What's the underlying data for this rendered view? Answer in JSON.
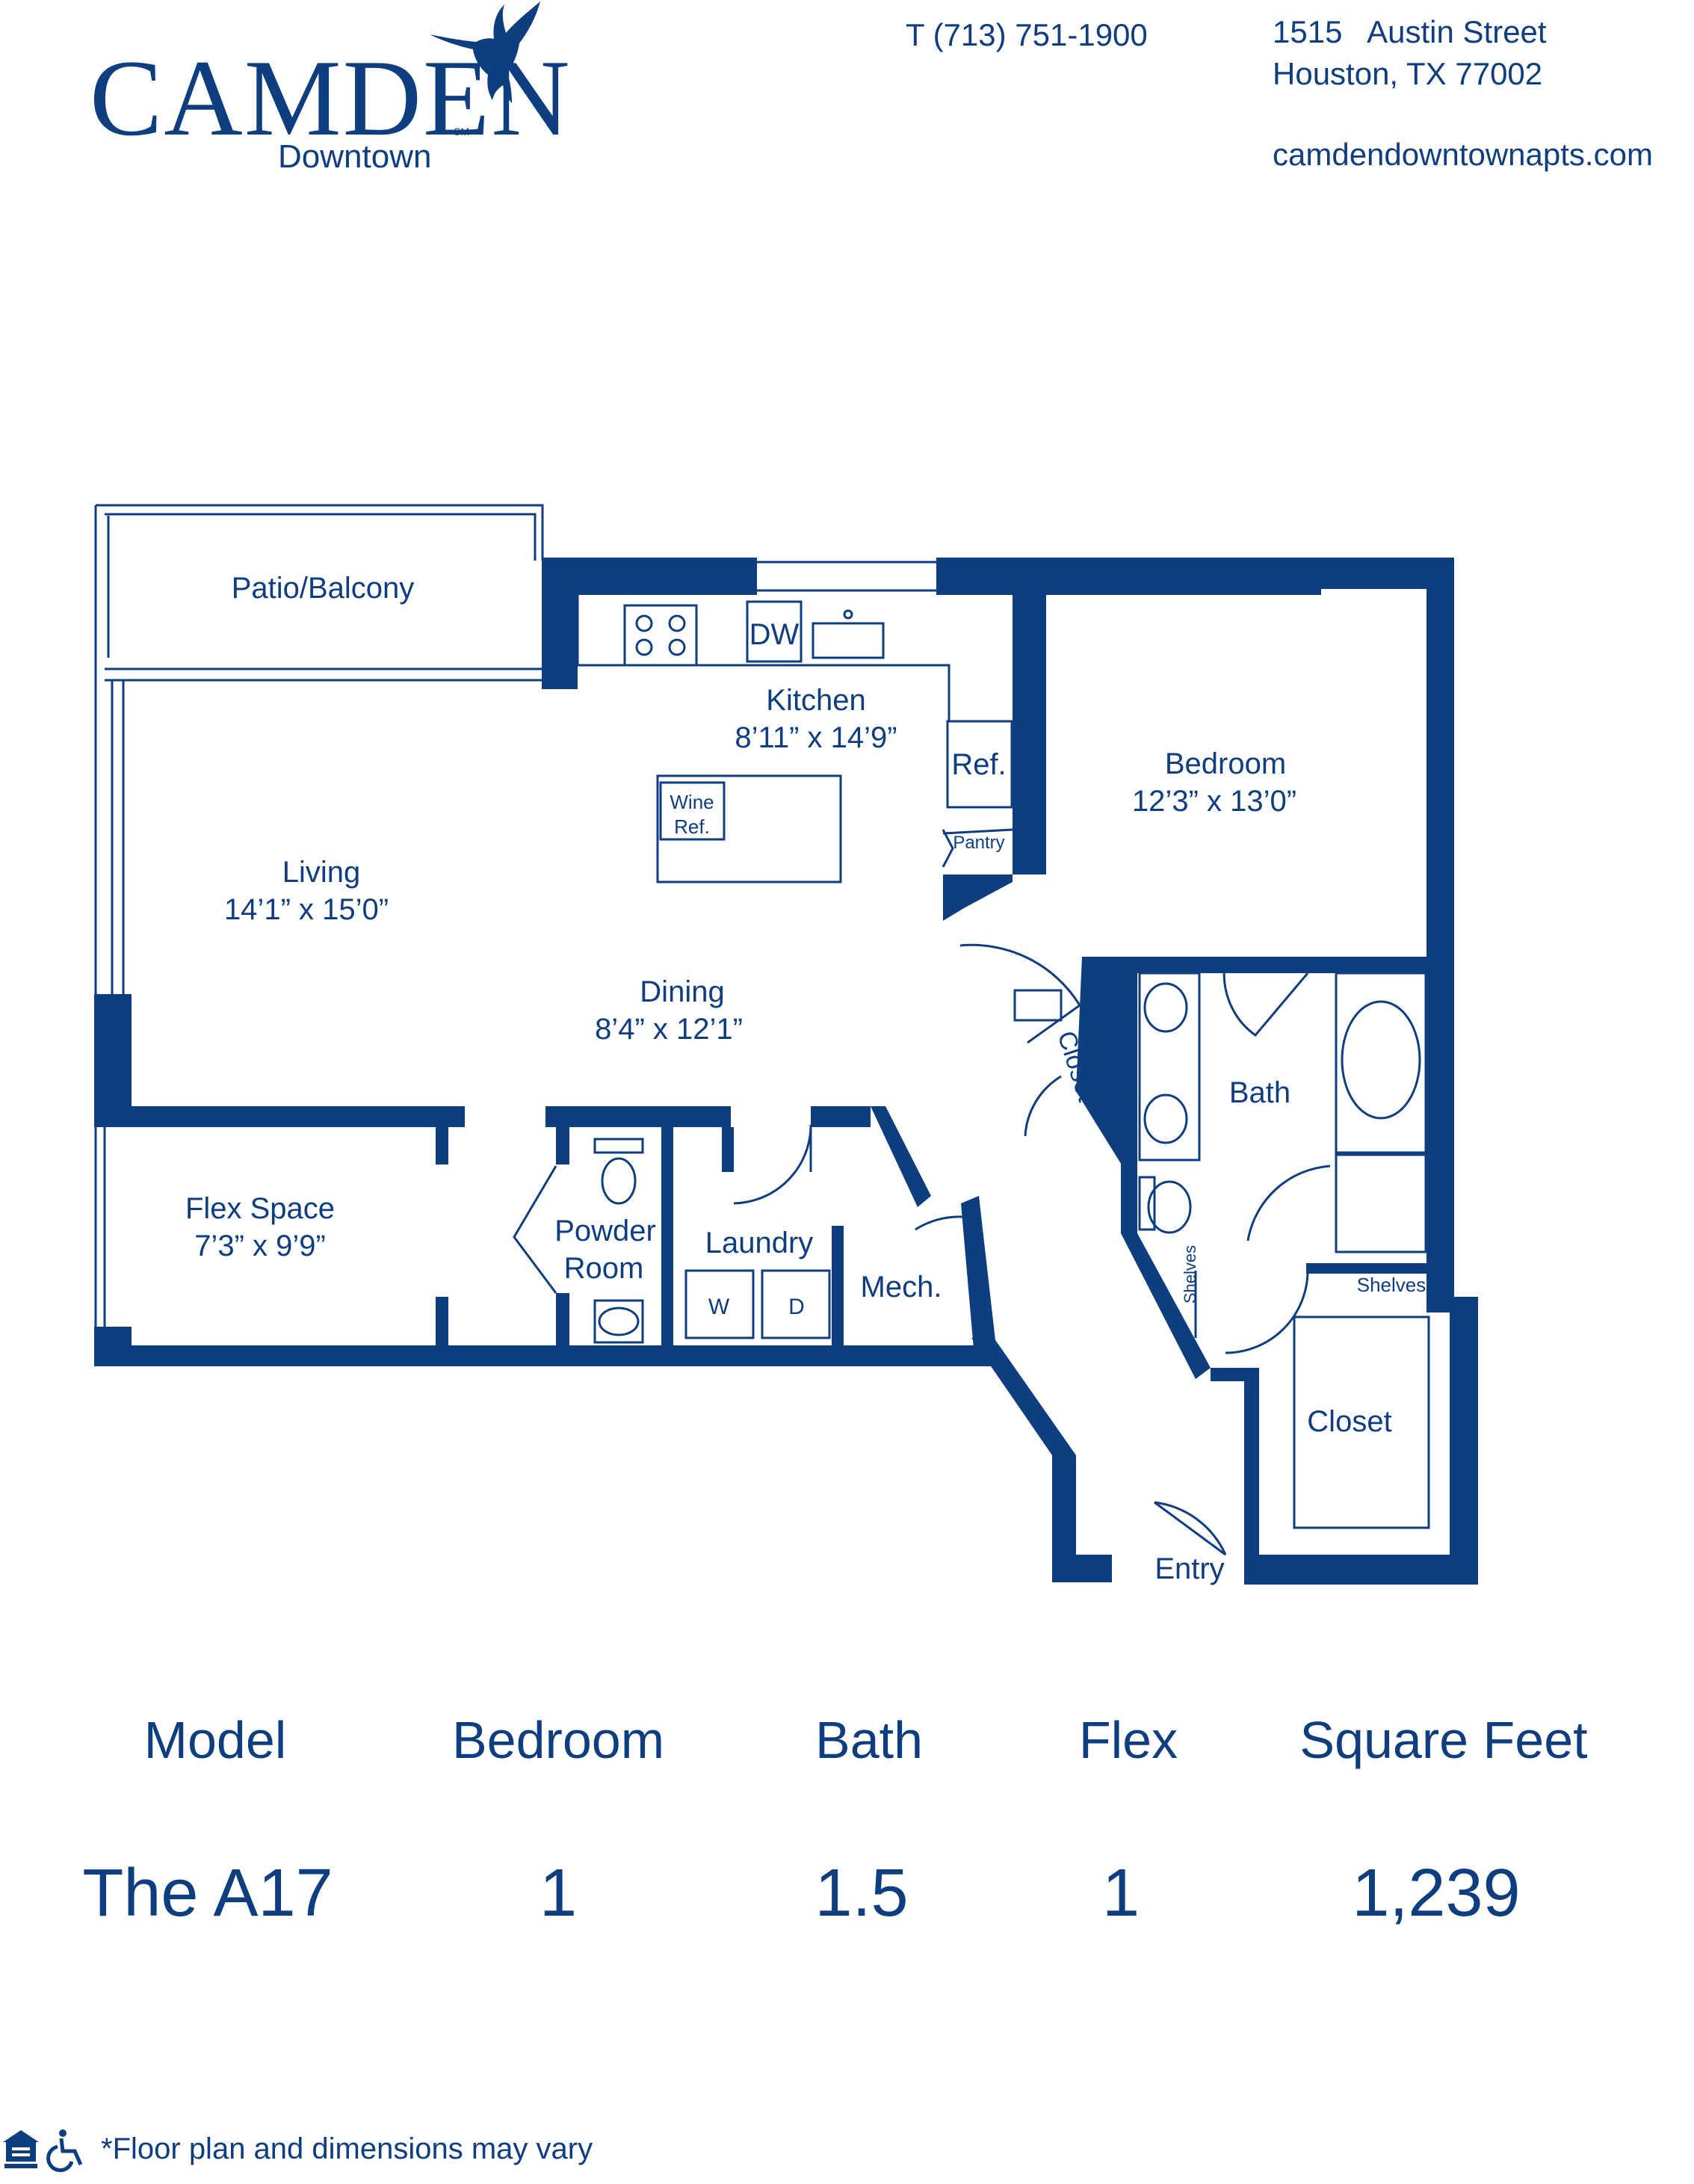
{
  "header": {
    "brand": "Camden",
    "brand_display": "CAMDEN",
    "sub_brand": "Downtown",
    "service_mark": "SM",
    "phone": "T (713) 751-1900",
    "address_line1": "1515   Austin Street",
    "address_line2": "Houston, TX 77002",
    "website": "camdendowntownapts.com"
  },
  "floorplan": {
    "patio": "Patio/Balcony",
    "kitchen": "Kitchen",
    "kitchen_dim": "8’11” x 14’9”",
    "dw": "DW",
    "ref": "Ref.",
    "pantry": "Pantry",
    "wine_ref_1": "Wine",
    "wine_ref_2": "Ref.",
    "bedroom": "Bedroom",
    "bedroom_dim": "12’3” x 13’0”",
    "living": "Living",
    "living_dim": "14’1” x 15’0”",
    "dining": "Dining",
    "dining_dim": "8’4” x 12’1”",
    "closet_small": "Closet",
    "bath": "Bath",
    "flex_space": "Flex Space",
    "flex_dim": "7’3” x 9’9”",
    "powder_1": "Powder",
    "powder_2": "Room",
    "laundry": "Laundry",
    "washer": "W",
    "dryer": "D",
    "mech": "Mech.",
    "shelves_left": "Shelves",
    "shelves_right": "Shelves",
    "closet_walk": "Closet",
    "entry": "Entry"
  },
  "summary": {
    "headers": [
      "Model",
      "Bedroom",
      "Bath",
      "Flex",
      "Square Feet"
    ],
    "values": [
      "The A17",
      "1",
      "1.5",
      "1",
      "1,239"
    ]
  },
  "footer": {
    "disclaimer": "*Floor plan and dimensions may vary"
  },
  "colors": {
    "brand_blue": "#0f3e80"
  }
}
